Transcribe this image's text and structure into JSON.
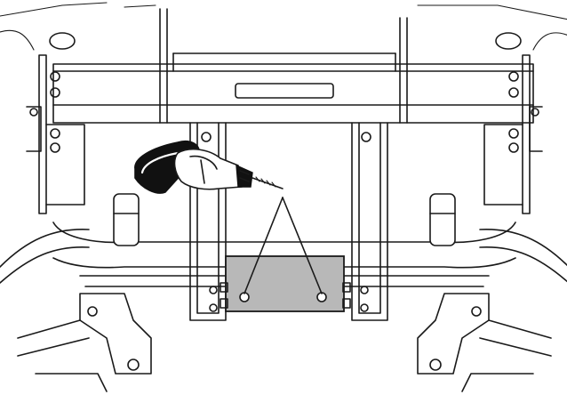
{
  "figure": {
    "subject": "front-frame-crossmember-drilling-step",
    "caption": "",
    "colors": {
      "line": "#1a1a1a",
      "background": "#ffffff",
      "plate_fill": "#b8b8b8",
      "drill_body": "#ffffff",
      "drill_grip": "#111111"
    },
    "icons": {
      "tool": "drill-icon",
      "callout": "leader-lines"
    },
    "drill_hole_count": 2
  }
}
